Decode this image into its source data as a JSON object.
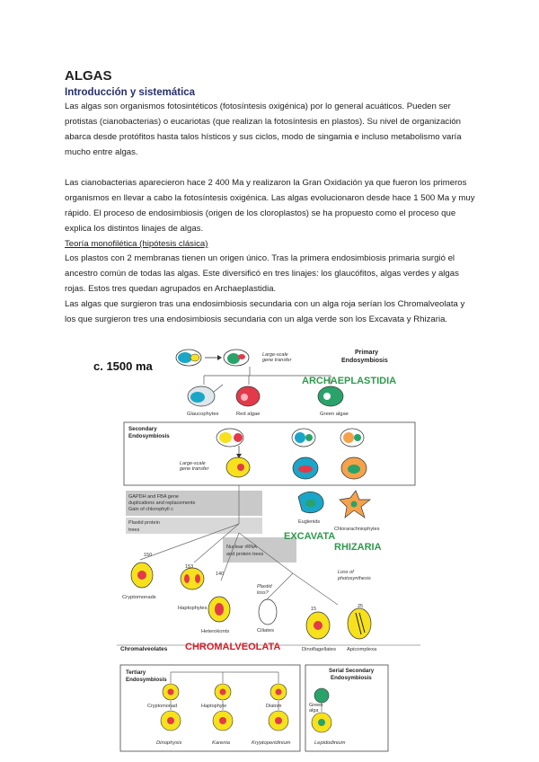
{
  "doc": {
    "title": "ALGAS",
    "section": "Introducción y sistemática",
    "p1": "Las algas son organismos fotosintéticos (fotosíntesis oxigénica) por lo general acuáticos. Pueden ser protistas (cianobacterias) o eucariotas (que realizan la fotosíntesis en plastos). Su nivel de organización abarca desde protófitos hasta talos hísticos y sus ciclos, modo de singamia e incluso metabolismo varía mucho entre algas.",
    "p2": "Las cianobacterias aparecieron hace 2 400 Ma y realizaron la Gran Oxidación ya que fueron los primeros organismos en llevar a cabo la fotosíntesis oxigénica.  Las algas evolucionaron desde hace 1 500 Ma y muy rápido. El proceso de endosimbiosis (origen de los cloroplastos) se ha propuesto como el proceso que explica los distintos linajes de algas.",
    "subtitle": "Teoría monofilética (hipótesis clásica)",
    "p3": "Los plastos con 2 membranas tienen un origen único. Tras la primera endosimbiosis primaria surgió el ancestro común de todas las algas. Este diversificó en tres linajes: los glaucófitos, algas verdes y algas rojas. Estos tres quedan agrupados en Archaeplastidia.",
    "p4": "Las algas que surgieron tras una endosimbiosis secundaria con un alga roja serían los Chromalveolata y los que surgieron tres una endosimbiosis secundaria con un alga verde son los Excavata y Rhizaria."
  },
  "figure": {
    "time_label": "c. 1500 ma",
    "primary_title": "Primary Endosymbiosis",
    "primary_line1": "Primary",
    "primary_line2": "Endosymbiosis",
    "gene_transfer_1": "Large-scale",
    "gene_transfer_2": "gene transfer",
    "archaeplastidia": "ARCHAEPLASTIDIA",
    "glaucophytes": "Glaucophytes",
    "red_algae": "Red algae",
    "green_algae": "Green algae",
    "secondary_line1": "Secondary",
    "secondary_line2": "Endosymbiosis",
    "gapdh_1": "GAPDH and FBA gene",
    "gapdh_2": "duplications and replacements",
    "gapdh_3": "Gain of chlorophyll  c",
    "plastid_trees_1": "Plastid protein",
    "plastid_trees_2": "trees",
    "nuclear_1": "Nuclear rRNA",
    "nuclear_2": "and protein trees",
    "euglenids": "Euglenids",
    "chlorarachniophytes": "Chlorarachniophytes",
    "excavata": "EXCAVATA",
    "rhizaria": "RHIZARIA",
    "n150": "150",
    "n153": "153",
    "n140": "140",
    "n15": "15",
    "n25": "25",
    "plastid_loss_1": "Plastid",
    "plastid_loss_2": "loss?",
    "loss_photo_1": "Loss of",
    "loss_photo_2": "photosynthesis",
    "cryptomonads": "Cryptomonads",
    "haptophytes": "Haptophytes",
    "heterokonts": "Heterokonts",
    "ciliates": "Ciliates",
    "dinoflagellates": "Dinoflagellates",
    "apicomplexa": "Apicomplexa",
    "chromalveolates": "Chromalveolates",
    "chromalveolata": "CHROMALVEOLATA",
    "tertiary_line1": "Tertiary",
    "tertiary_line2": "Endosymbiosis",
    "serial_line1": "Serial Secondary",
    "serial_line2": "Endosymbiosis",
    "cryptomonad": "Cryptomonad",
    "haptophyte": "Haptophyte",
    "diatom": "Diatom",
    "green_alga_1": "Green",
    "green_alga_2": "alga",
    "dinophysis": "Dinophysis",
    "karenia": "Karenia",
    "kryptoperidinium": "Kryptoperidinium",
    "lepidodinium": "Lepidodinium",
    "colors": {
      "label_green": "#2e9a4c",
      "label_red": "#d4202a",
      "cell_yellow": "#f6e11c",
      "cell_red": "#e23a4a",
      "cell_green": "#2aa36b",
      "cell_cyan": "#1aa6c8",
      "grey_box": "#c9c9c9"
    }
  }
}
